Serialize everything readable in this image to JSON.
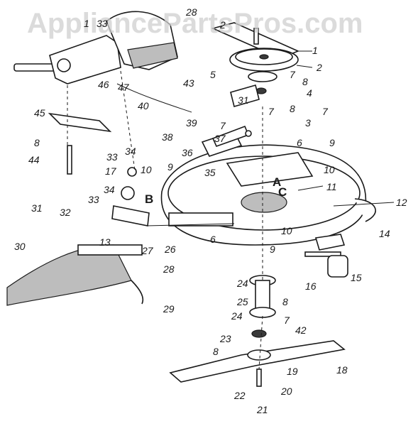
{
  "watermark": "AppliancePartsPros.com",
  "callouts": {
    "c1": "1",
    "c2": "2",
    "c3": "3",
    "c4": "4",
    "c5": "5",
    "c6a": "6",
    "c6b": "6",
    "c7a": "7",
    "c7b": "7",
    "c7c": "7",
    "c7d": "7",
    "c7e": "7",
    "c8a": "8",
    "c8b": "8",
    "c8c": "8",
    "c8d": "8",
    "c8e": "8",
    "c9a": "9",
    "c9b": "9",
    "c9c": "9",
    "c10a": "10",
    "c10b": "10",
    "c10c": "10",
    "c11": "11",
    "c12": "12",
    "c13": "13",
    "c14": "14",
    "c15": "15",
    "c16": "16",
    "c17": "17",
    "c18": "18",
    "c19": "19",
    "c20": "20",
    "c21": "21",
    "c22": "22",
    "c23": "23",
    "c24a": "24",
    "c24b": "24",
    "c25": "25",
    "c26": "26",
    "c27": "27",
    "c28a": "28",
    "c28b": "28",
    "c29": "29",
    "c30": "30",
    "c31a": "31",
    "c31b": "31",
    "c32": "32",
    "c33a": "33",
    "c33b": "33",
    "c33c": "33",
    "c34a": "34",
    "c34b": "34",
    "c35": "35",
    "c36": "36",
    "c37": "37",
    "c38": "38",
    "c39": "39",
    "c40": "40",
    "c42": "42",
    "c43": "43",
    "c44": "44",
    "c45": "45",
    "c46": "46",
    "c47": "47"
  },
  "letters": {
    "a": "A",
    "b": "B",
    "c": "C"
  }
}
